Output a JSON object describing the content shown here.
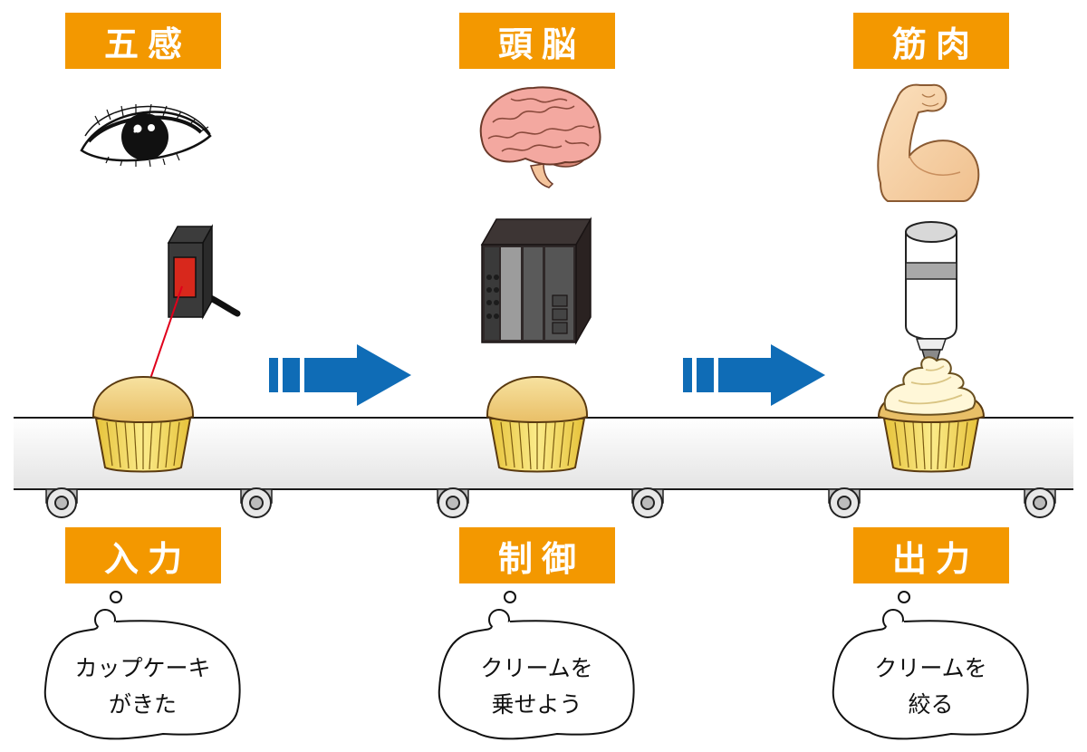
{
  "colors": {
    "label_bg": "#f39800",
    "label_text": "#ffffff",
    "arrow": "#0f6cb6",
    "sensor_beam": "#e0001b",
    "belt_line": "#1a1a1a"
  },
  "stages": [
    {
      "top_label": "五感",
      "top_icon": "eye-icon",
      "device_icon": "photoelectric-sensor-icon",
      "bottom_label": "入力",
      "thought_lines": [
        "カップケーキ",
        "がきた"
      ]
    },
    {
      "top_label": "頭脳",
      "top_icon": "brain-icon",
      "device_icon": "plc-controller-icon",
      "bottom_label": "制御",
      "thought_lines": [
        "クリームを",
        "乗せよう"
      ]
    },
    {
      "top_label": "筋肉",
      "top_icon": "flexed-arm-icon",
      "device_icon": "cream-dispenser-icon",
      "bottom_label": "出力",
      "thought_lines": [
        "クリームを",
        "絞る"
      ]
    }
  ],
  "arrows": [
    "flow-arrow-1",
    "flow-arrow-2"
  ]
}
